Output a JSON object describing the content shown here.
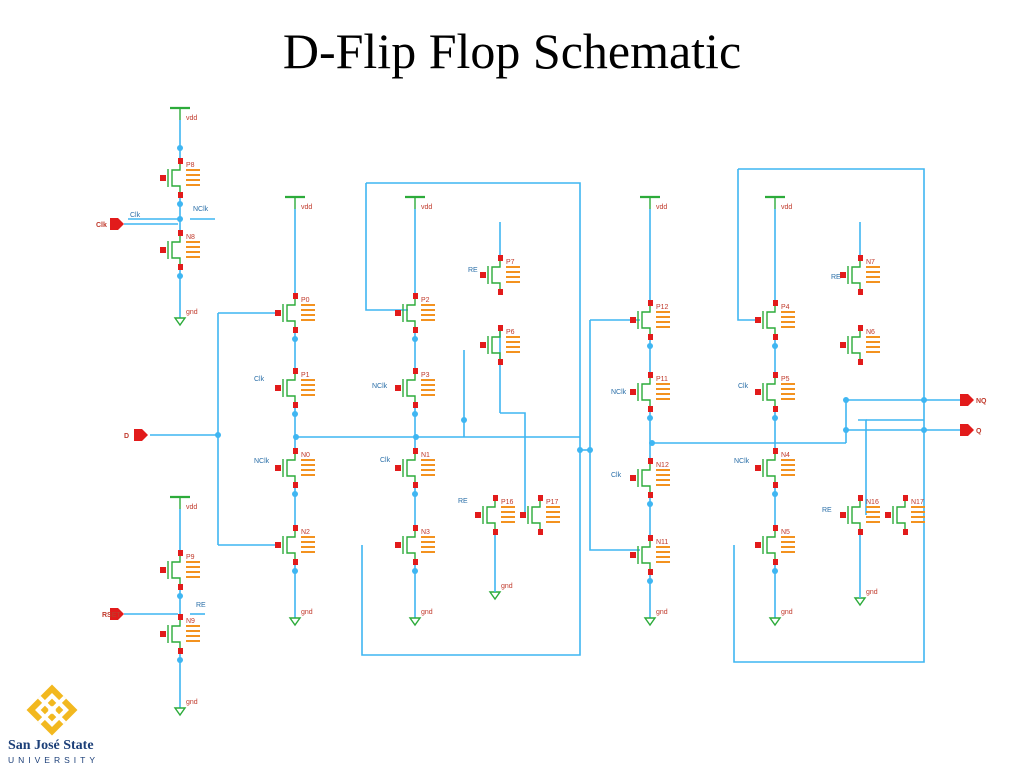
{
  "title": "D-Flip Flop Schematic",
  "colors": {
    "wire": "#3fb6f2",
    "pin": "#e21b1b",
    "transistor": "#2cab3a",
    "param": "#f3921f",
    "logo_gold": "#f2b81f",
    "logo_blue": "#1c3f78"
  },
  "ports": {
    "clk": "Clk",
    "d": "D",
    "reset": "RSET",
    "q": "Q",
    "nq": "NQ"
  },
  "net_labels": {
    "vdd": "vdd",
    "gnd": "gnd",
    "clk": "Clk",
    "nclk": "NClk",
    "re": "RE"
  },
  "transistor_labels": [
    "P8",
    "N8",
    "P9",
    "N9",
    "P0",
    "P1",
    "N0",
    "N2",
    "P2",
    "P3",
    "N1",
    "N3",
    "P12",
    "P11",
    "N12",
    "N11",
    "P4",
    "P5",
    "N4",
    "N5",
    "P7",
    "P6",
    "N7",
    "N6",
    "P16",
    "P17",
    "N16",
    "N17"
  ],
  "logo": {
    "name": "San José State",
    "sub": "UNIVERSITY"
  }
}
